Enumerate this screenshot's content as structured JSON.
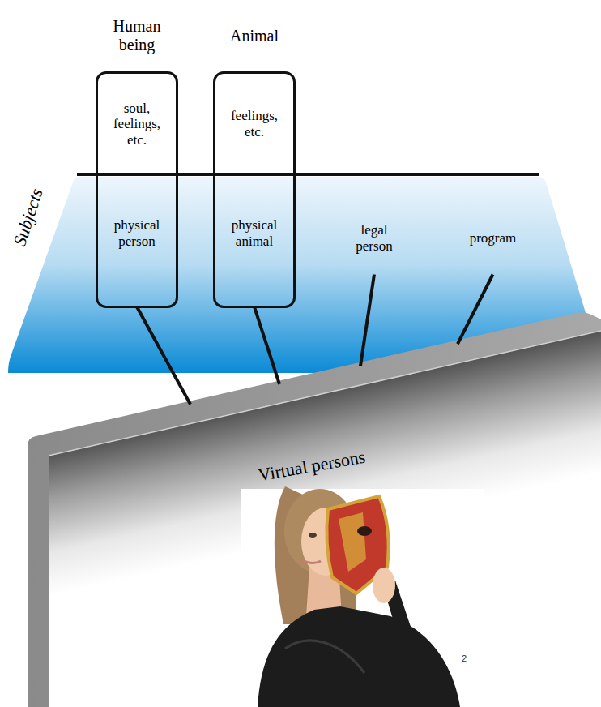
{
  "diagram": {
    "nodes": [
      {
        "text": [
          "Subjects"
        ]
      },
      {
        "text": [
          "Human being",
          "soul, feelings, etc.",
          "physical person"
        ]
      },
      {
        "text": [
          "Animal",
          "feelings, etc.",
          "physical animal"
        ]
      },
      {
        "text": [
          "legal person"
        ],
        "in": 0
      },
      {
        "text": [
          "program"
        ],
        "in": 0
      },
      {
        "text": [
          "Virtual persons"
        ]
      }
    ],
    "edges": [
      {
        "from": 1,
        "to": 5,
        "arrow": "none"
      },
      {
        "from": 2,
        "to": 5,
        "arrow": "none"
      },
      {
        "from": 3,
        "to": 5,
        "arrow": "none"
      },
      {
        "from": 4,
        "to": 5,
        "arrow": "none"
      }
    ],
    "labels": [
      "2"
    ]
  }
}
